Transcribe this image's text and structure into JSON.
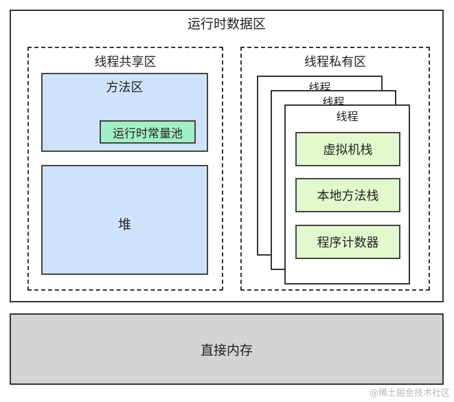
{
  "runtime_area": {
    "title": "运行时数据区",
    "shared_region": {
      "title": "线程共享区",
      "method_area": {
        "title": "方法区",
        "constant_pool": "运行时常量池"
      },
      "heap": "堆"
    },
    "private_region": {
      "title": "线程私有区",
      "threads": [
        "线程",
        "线程",
        "线程"
      ],
      "components": [
        "虚拟机栈",
        "本地方法栈",
        "程序计数器"
      ]
    }
  },
  "direct_memory": "直接内存",
  "watermark": "@稀土掘金技术社区",
  "colors": {
    "shared_fill": "#cfe2fb",
    "constant_pool_fill": "#a3f0c8",
    "thread_component_fill": "#e2f8cd",
    "direct_memory_fill": "#d4d4d4"
  }
}
